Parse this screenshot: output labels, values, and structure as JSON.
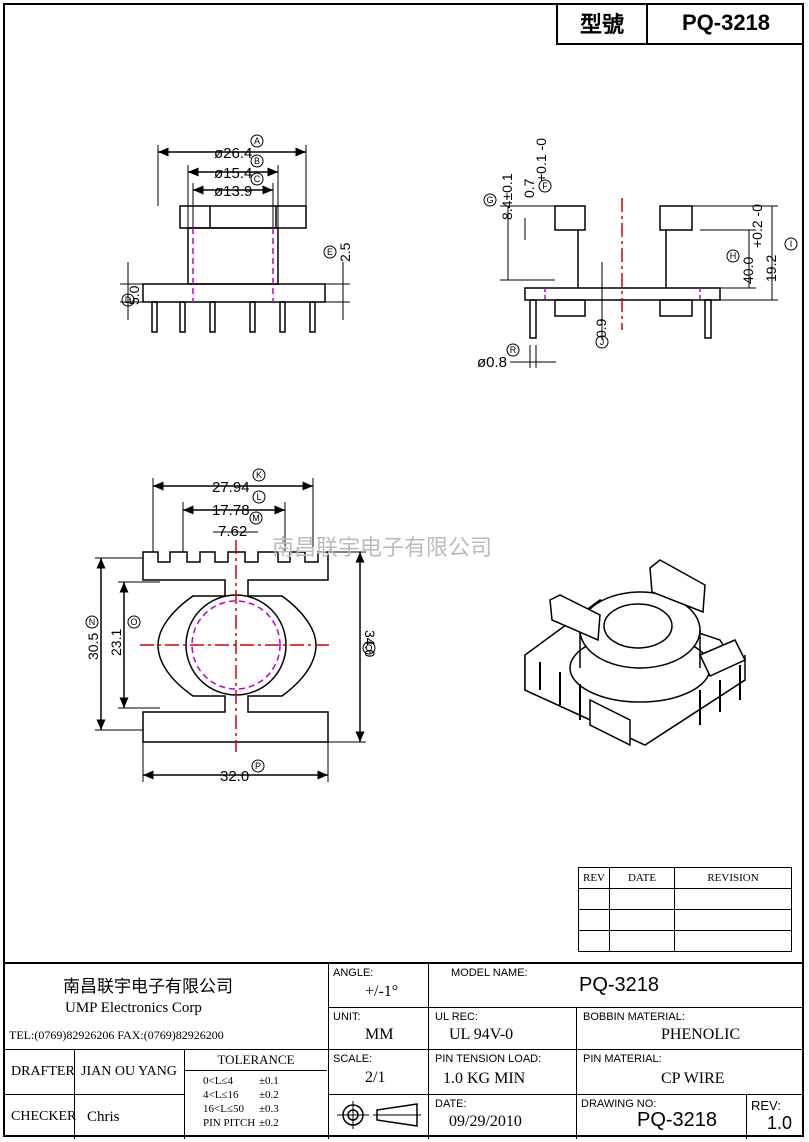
{
  "header": {
    "model_label": "型號",
    "model_value": "PQ-3218"
  },
  "watermark": "南昌联宇电子有限公司",
  "top_view": {
    "dims": {
      "a": "ø26.4",
      "b": "ø15.4",
      "c": "ø13.9",
      "e": "2.5",
      "d": "5.0"
    },
    "markers": {
      "a": "A",
      "b": "B",
      "c": "C",
      "e": "E",
      "d": "D"
    }
  },
  "side_view": {
    "dims": {
      "g": "8.4±0.1",
      "f": "0.7",
      "f_tol": "+0.1\n-0",
      "h": "40.0",
      "h_tol": "+0.2\n-0",
      "i": "19.2",
      "j": "0.9",
      "r": "ø0.8"
    },
    "markers": {
      "g": "G",
      "f": "F",
      "h": "H",
      "i": "I",
      "j": "J",
      "r": "R"
    }
  },
  "bottom_view": {
    "dims": {
      "k": "27.94",
      "l": "17.78",
      "m": "7.62",
      "n": "30.5",
      "o": "23.1",
      "q": "34.0",
      "p": "32.0"
    },
    "markers": {
      "k": "K",
      "l": "L",
      "m": "M",
      "n": "N",
      "o": "O",
      "q": "Q",
      "p": "P"
    }
  },
  "revision_table": {
    "headers": [
      "REV",
      "DATE",
      "REVISION"
    ],
    "rows": 3
  },
  "title_block": {
    "company_cn": "南昌联宇电子有限公司",
    "company_en": "UMP  Electronics  Corp",
    "contact": "TEL:(0769)82926206 FAX:(0769)82926200",
    "drafter_label": "DRAFTER",
    "drafter": "JIAN OU YANG",
    "checker_label": "CHECKER",
    "checker": "Chris",
    "tolerance_label": "TOLERANCE",
    "tolerance_rows": [
      {
        "range": "0<L≤4",
        "tol": "±0.1"
      },
      {
        "range": "4<L≤16",
        "tol": "±0.2"
      },
      {
        "range": "16<L≤50",
        "tol": "±0.3"
      },
      {
        "range": "PIN PITCH",
        "tol": "±0.2"
      }
    ],
    "angle_label": "ANGLE:",
    "angle": "+/-1°",
    "unit_label": "UNIT:",
    "unit": "MM",
    "scale_label": "SCALE:",
    "scale": "2/1",
    "model_name_label": "MODEL NAME:",
    "model_name": "PQ-3218",
    "ul_label": "UL REC:",
    "ul": "UL 94V-0",
    "bobbin_label": "BOBBIN MATERIAL:",
    "bobbin": "PHENOLIC",
    "tension_label": "PIN TENSION LOAD:",
    "tension": "1.0  KG MIN",
    "pin_material_label": "PIN MATERIAL:",
    "pin_material": "CP  WIRE",
    "date_label": "DATE:",
    "date": "09/29/2010",
    "drawing_no_label": "DRAWING NO:",
    "drawing_no": "PQ-3218",
    "rev_label": "REV:",
    "rev": "1.0"
  }
}
